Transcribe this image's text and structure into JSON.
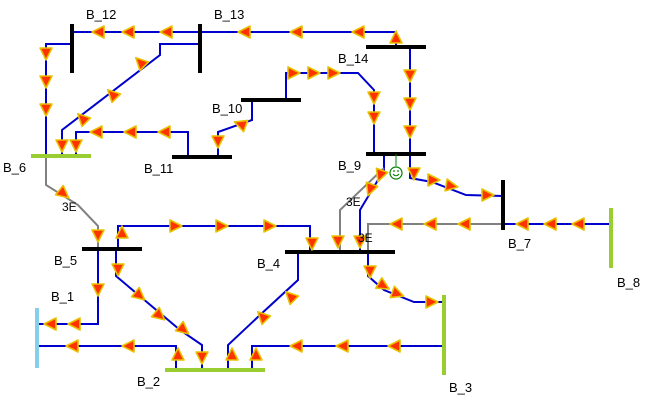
{
  "diagram": {
    "buses": [
      {
        "id": "B_1",
        "label": "B_1",
        "color": "#87ceeb"
      },
      {
        "id": "B_2",
        "label": "B_2",
        "color": "#9acd32"
      },
      {
        "id": "B_3",
        "label": "B_3",
        "color": "#9acd32"
      },
      {
        "id": "B_4",
        "label": "B_4",
        "color": "#000000"
      },
      {
        "id": "B_5",
        "label": "B_5",
        "color": "#000000"
      },
      {
        "id": "B_6",
        "label": "B_6",
        "color": "#9acd32"
      },
      {
        "id": "B_7",
        "label": "B_7",
        "color": "#000000"
      },
      {
        "id": "B_8",
        "label": "B_8",
        "color": "#9acd32"
      },
      {
        "id": "B_9",
        "label": "B_9",
        "color": "#000000"
      },
      {
        "id": "B_10",
        "label": "B_10",
        "color": "#000000"
      },
      {
        "id": "B_11",
        "label": "B_11",
        "color": "#000000"
      },
      {
        "id": "B_12",
        "label": "B_12",
        "color": "#000000"
      },
      {
        "id": "B_13",
        "label": "B_13",
        "color": "#000000"
      },
      {
        "id": "B_14",
        "label": "B_14",
        "color": "#000000"
      }
    ],
    "transformer_labels": [
      "3E",
      "3E",
      "3E"
    ],
    "load_symbol_icon": "smiley-load-icon",
    "colors": {
      "line": "#0000cc",
      "transformer_line": "#808080",
      "arrow_fill": "#ff3300",
      "arrow_outline": "#e6c200"
    }
  }
}
